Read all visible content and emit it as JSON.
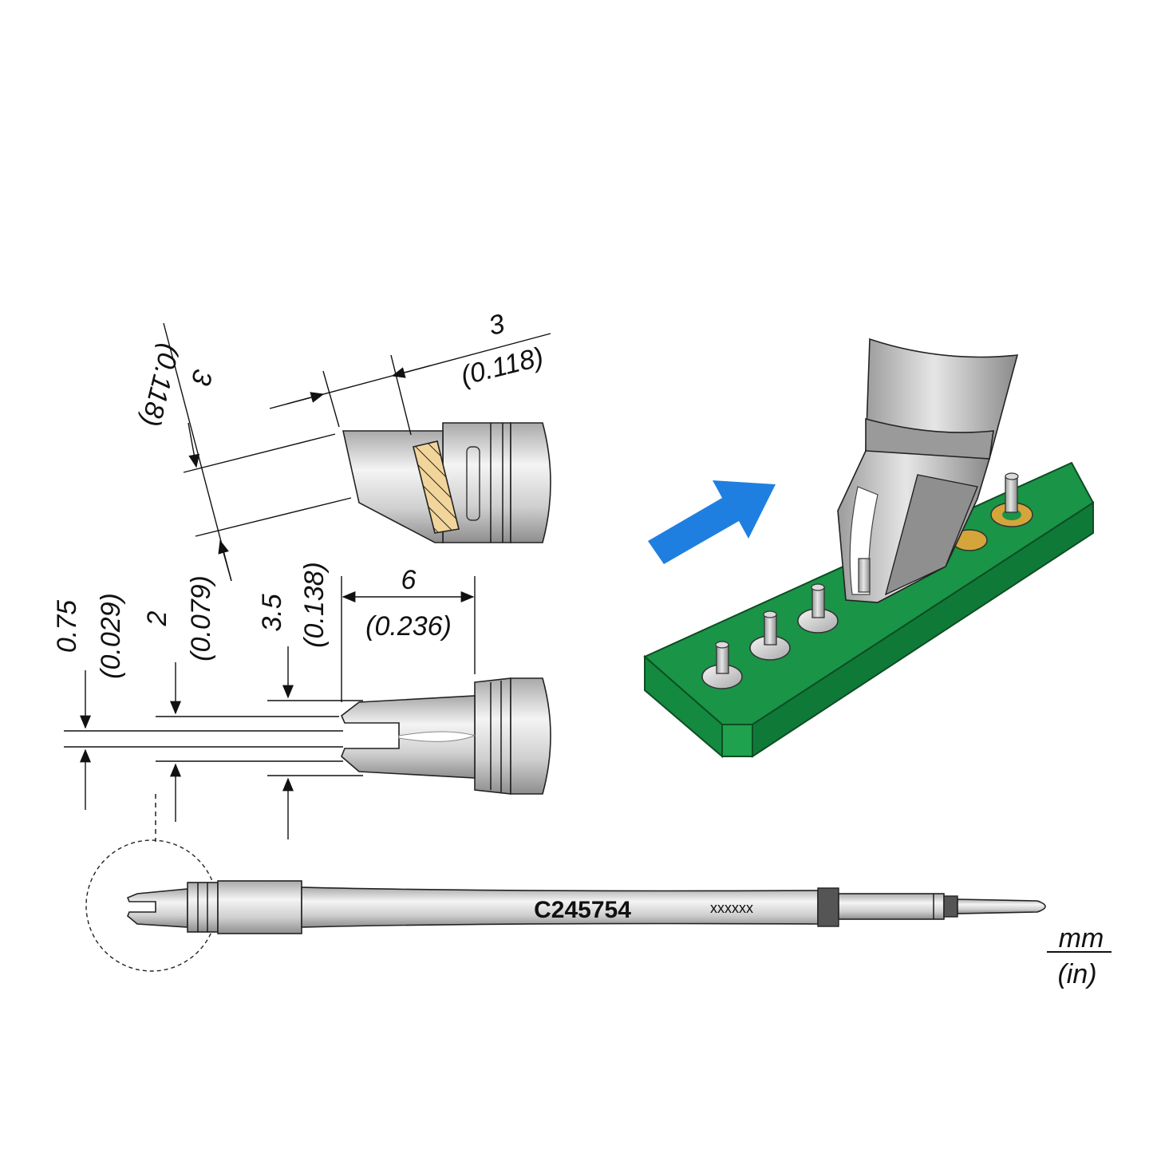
{
  "part_number": "C245754",
  "serial_placeholder": "xxxxxx",
  "units": {
    "primary": "mm",
    "secondary": "(in)"
  },
  "dimensions": {
    "side_height": {
      "mm": "3",
      "in": "(0.118)"
    },
    "side_length": {
      "mm": "3",
      "in": "(0.118)"
    },
    "slot_width": {
      "mm": "0.75",
      "in": "(0.029)"
    },
    "prong_span": {
      "mm": "2",
      "in": "(0.079)"
    },
    "tip_width": {
      "mm": "3.5",
      "in": "(0.138)"
    },
    "fork_length": {
      "mm": "6",
      "in": "(0.236)"
    }
  },
  "colors": {
    "pcb_green": "#1a9447",
    "pcb_green_dark": "#0f7a37",
    "arrow_blue": "#1e7fe0",
    "pad_gold": "#d4a53a",
    "metal_light": "#ececec",
    "metal_dark": "#9a9a9a"
  }
}
